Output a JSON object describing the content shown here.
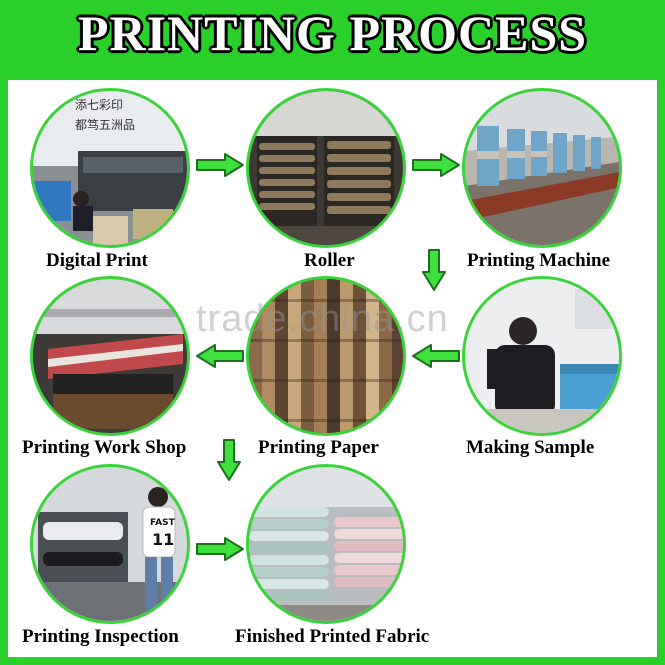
{
  "header": {
    "title": "PRINTING  PROCESS"
  },
  "steps": [
    {
      "label": "Digital Print"
    },
    {
      "label": "Roller"
    },
    {
      "label": "Printing  Machine"
    },
    {
      "label": "Making Sample"
    },
    {
      "label": "Printing Paper"
    },
    {
      "label": "Printing Work Shop"
    },
    {
      "label": "Printing Inspection"
    },
    {
      "label": "Finished  Printed Fabric"
    }
  ],
  "photo_text": {
    "banner_line1": "添七彩印",
    "banner_line2": "都笃五洲品",
    "shirt_text1": "FAST",
    "shirt_text2": "11"
  },
  "watermark": "trade.china.cn",
  "colors": {
    "accent": "#2bd12b",
    "arrow": "#3ee03e"
  }
}
